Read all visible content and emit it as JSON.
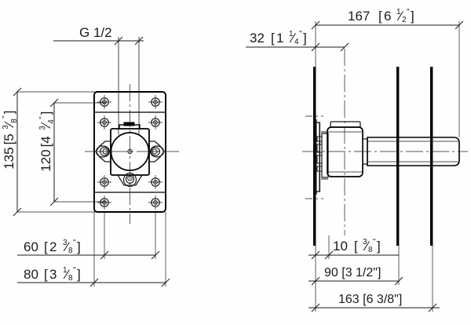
{
  "drawing": {
    "type": "technical-dimension-drawing",
    "subject": "concealed shower valve rough-in body",
    "units_note": "millimeters with inches in brackets",
    "background_color": "#fefefe",
    "line_color": "#1a1a1a",
    "heavy_line_color": "#000000"
  },
  "front_view": {
    "name": "front-elevation",
    "labels": {
      "thread": "G 1/2"
    },
    "dimensions": {
      "height_outer": {
        "metric": "135",
        "bracket_whole": "5",
        "bracket_num": "3",
        "bracket_den": "8",
        "text": "135 [5 3/8\"]"
      },
      "height_inner": {
        "metric": "120",
        "bracket_whole": "4",
        "bracket_num": "3",
        "bracket_den": "4",
        "text": "120 [4 3/4\"]"
      },
      "width_inner": {
        "metric": "60",
        "bracket_whole": "2",
        "bracket_num": "3",
        "bracket_den": "8",
        "text": "60 [2 3/8\"]"
      },
      "width_outer": {
        "metric": "80",
        "bracket_whole": "3",
        "bracket_num": "1",
        "bracket_den": "8",
        "text": "80 [3 1/8\"]"
      }
    }
  },
  "side_view": {
    "name": "side-section-elevation",
    "dimensions": {
      "wall_offset": {
        "metric": "32",
        "bracket_whole": "1",
        "bracket_num": "1",
        "bracket_den": "4",
        "text": "32 [1 1/4\"]"
      },
      "total_depth": {
        "metric": "167",
        "bracket_whole": "6",
        "bracket_num": "1",
        "bracket_den": "2",
        "text": "167 [6 1/2\"]"
      },
      "tile_thickness": {
        "metric": "10",
        "bracket_whole": "",
        "bracket_num": "3",
        "bracket_den": "8",
        "text": "10 [3/8\"]"
      },
      "mid_depth": {
        "metric": "90",
        "bracket_plain": "3 1/2\"",
        "text": "90 [3 1/2\"]"
      },
      "outer_depth": {
        "metric": "163",
        "bracket_plain": "6 3/8\"",
        "text": "163 [6 3/8\"]"
      }
    }
  }
}
